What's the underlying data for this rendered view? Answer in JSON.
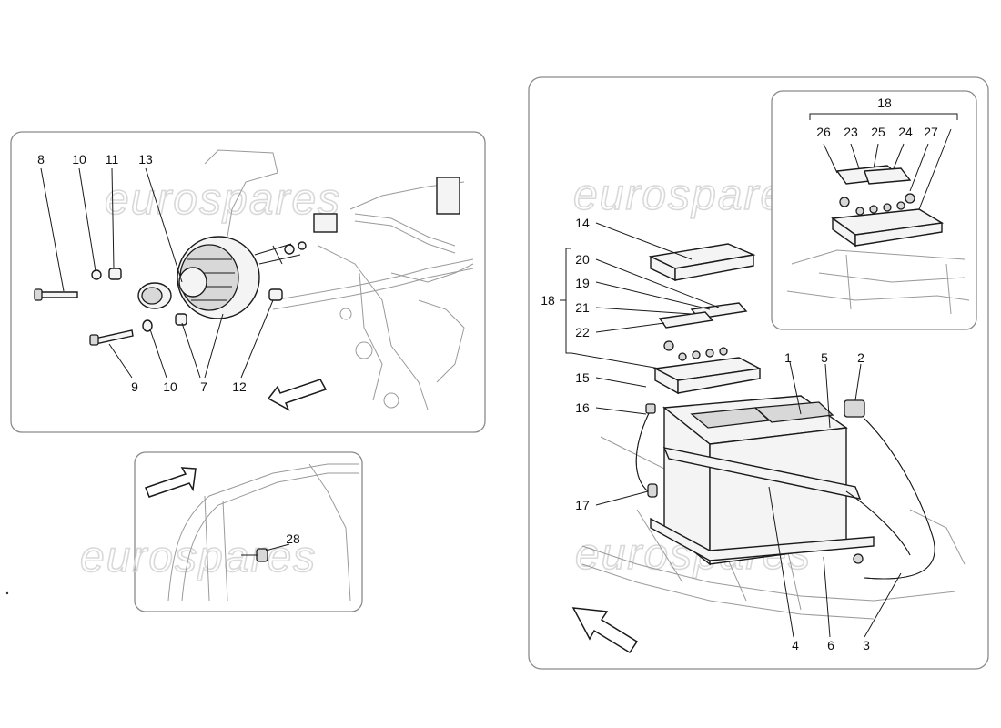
{
  "watermark": "eurospares",
  "panel_alternator": {
    "callouts": {
      "c8": "8",
      "c10a": "10",
      "c11": "11",
      "c13": "13",
      "c9": "9",
      "c10b": "10",
      "c7": "7",
      "c12": "12"
    }
  },
  "panel_sensor": {
    "callouts": {
      "c28": "28"
    }
  },
  "panel_battery": {
    "callouts": {
      "c14": "14",
      "c18": "18",
      "c20": "20",
      "c19": "19",
      "c21": "21",
      "c22": "22",
      "c15": "15",
      "c16": "16",
      "c17": "17",
      "c1": "1",
      "c5": "5",
      "c2": "2",
      "c4": "4",
      "c6": "6",
      "c3": "3"
    }
  },
  "panel_detail": {
    "callouts": {
      "c18": "18",
      "c26": "26",
      "c23": "23",
      "c25": "25",
      "c24": "24",
      "c27": "27"
    }
  }
}
